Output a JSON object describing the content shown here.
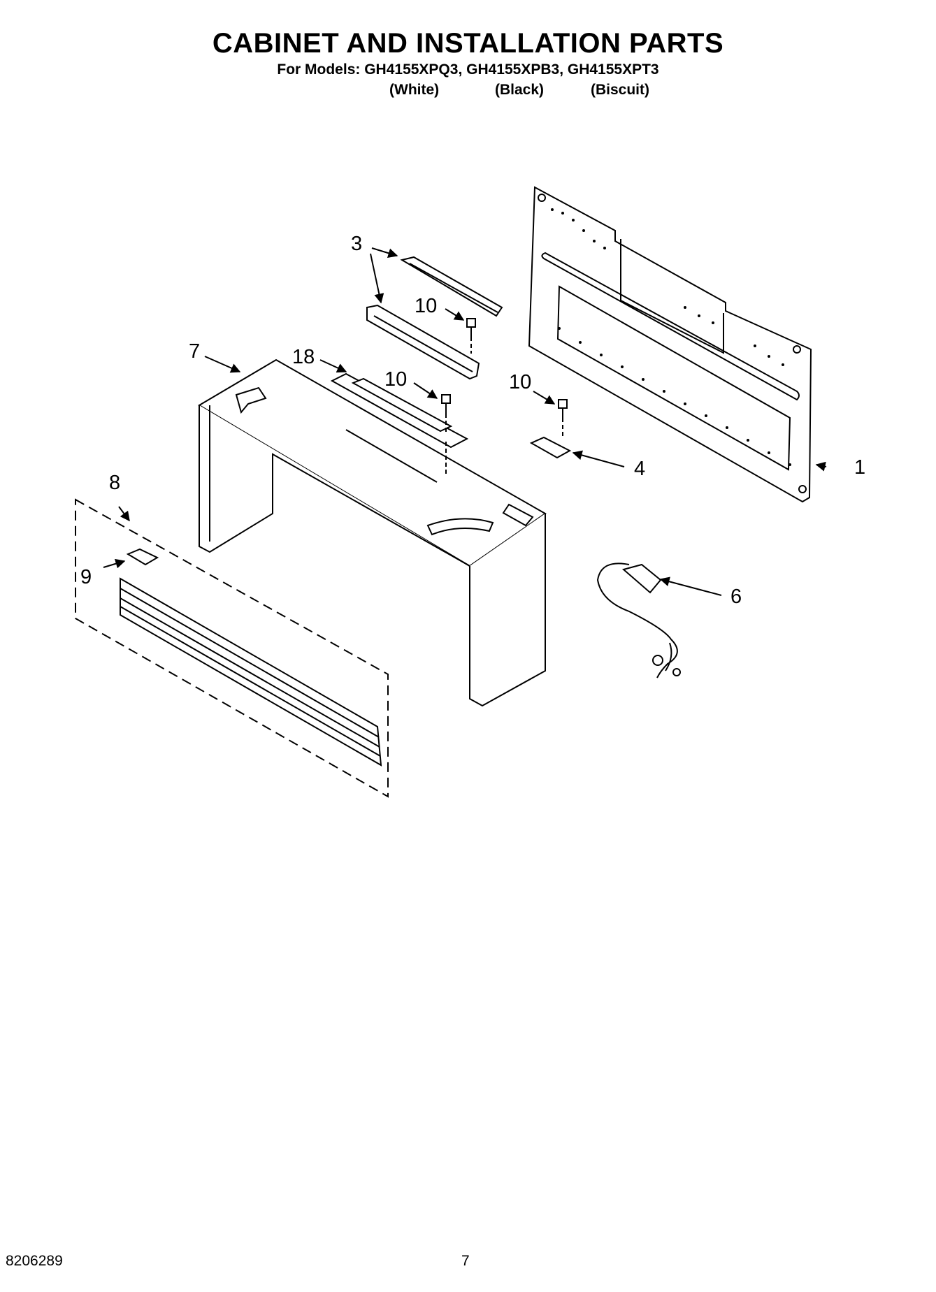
{
  "header": {
    "title": "CABINET AND INSTALLATION PARTS",
    "models_line": "For Models: GH4155XPQ3, GH4155XPB3, GH4155XPT3",
    "variants": [
      "(White)",
      "(Black)",
      "(Biscuit)"
    ]
  },
  "callouts": {
    "c1": "1",
    "c3": "3",
    "c4": "4",
    "c6": "6",
    "c7": "7",
    "c8": "8",
    "c9": "9",
    "c10a": "10",
    "c10b": "10",
    "c10c": "10",
    "c18": "18"
  },
  "footer": {
    "doc_number": "8206289",
    "page_number": "7"
  }
}
